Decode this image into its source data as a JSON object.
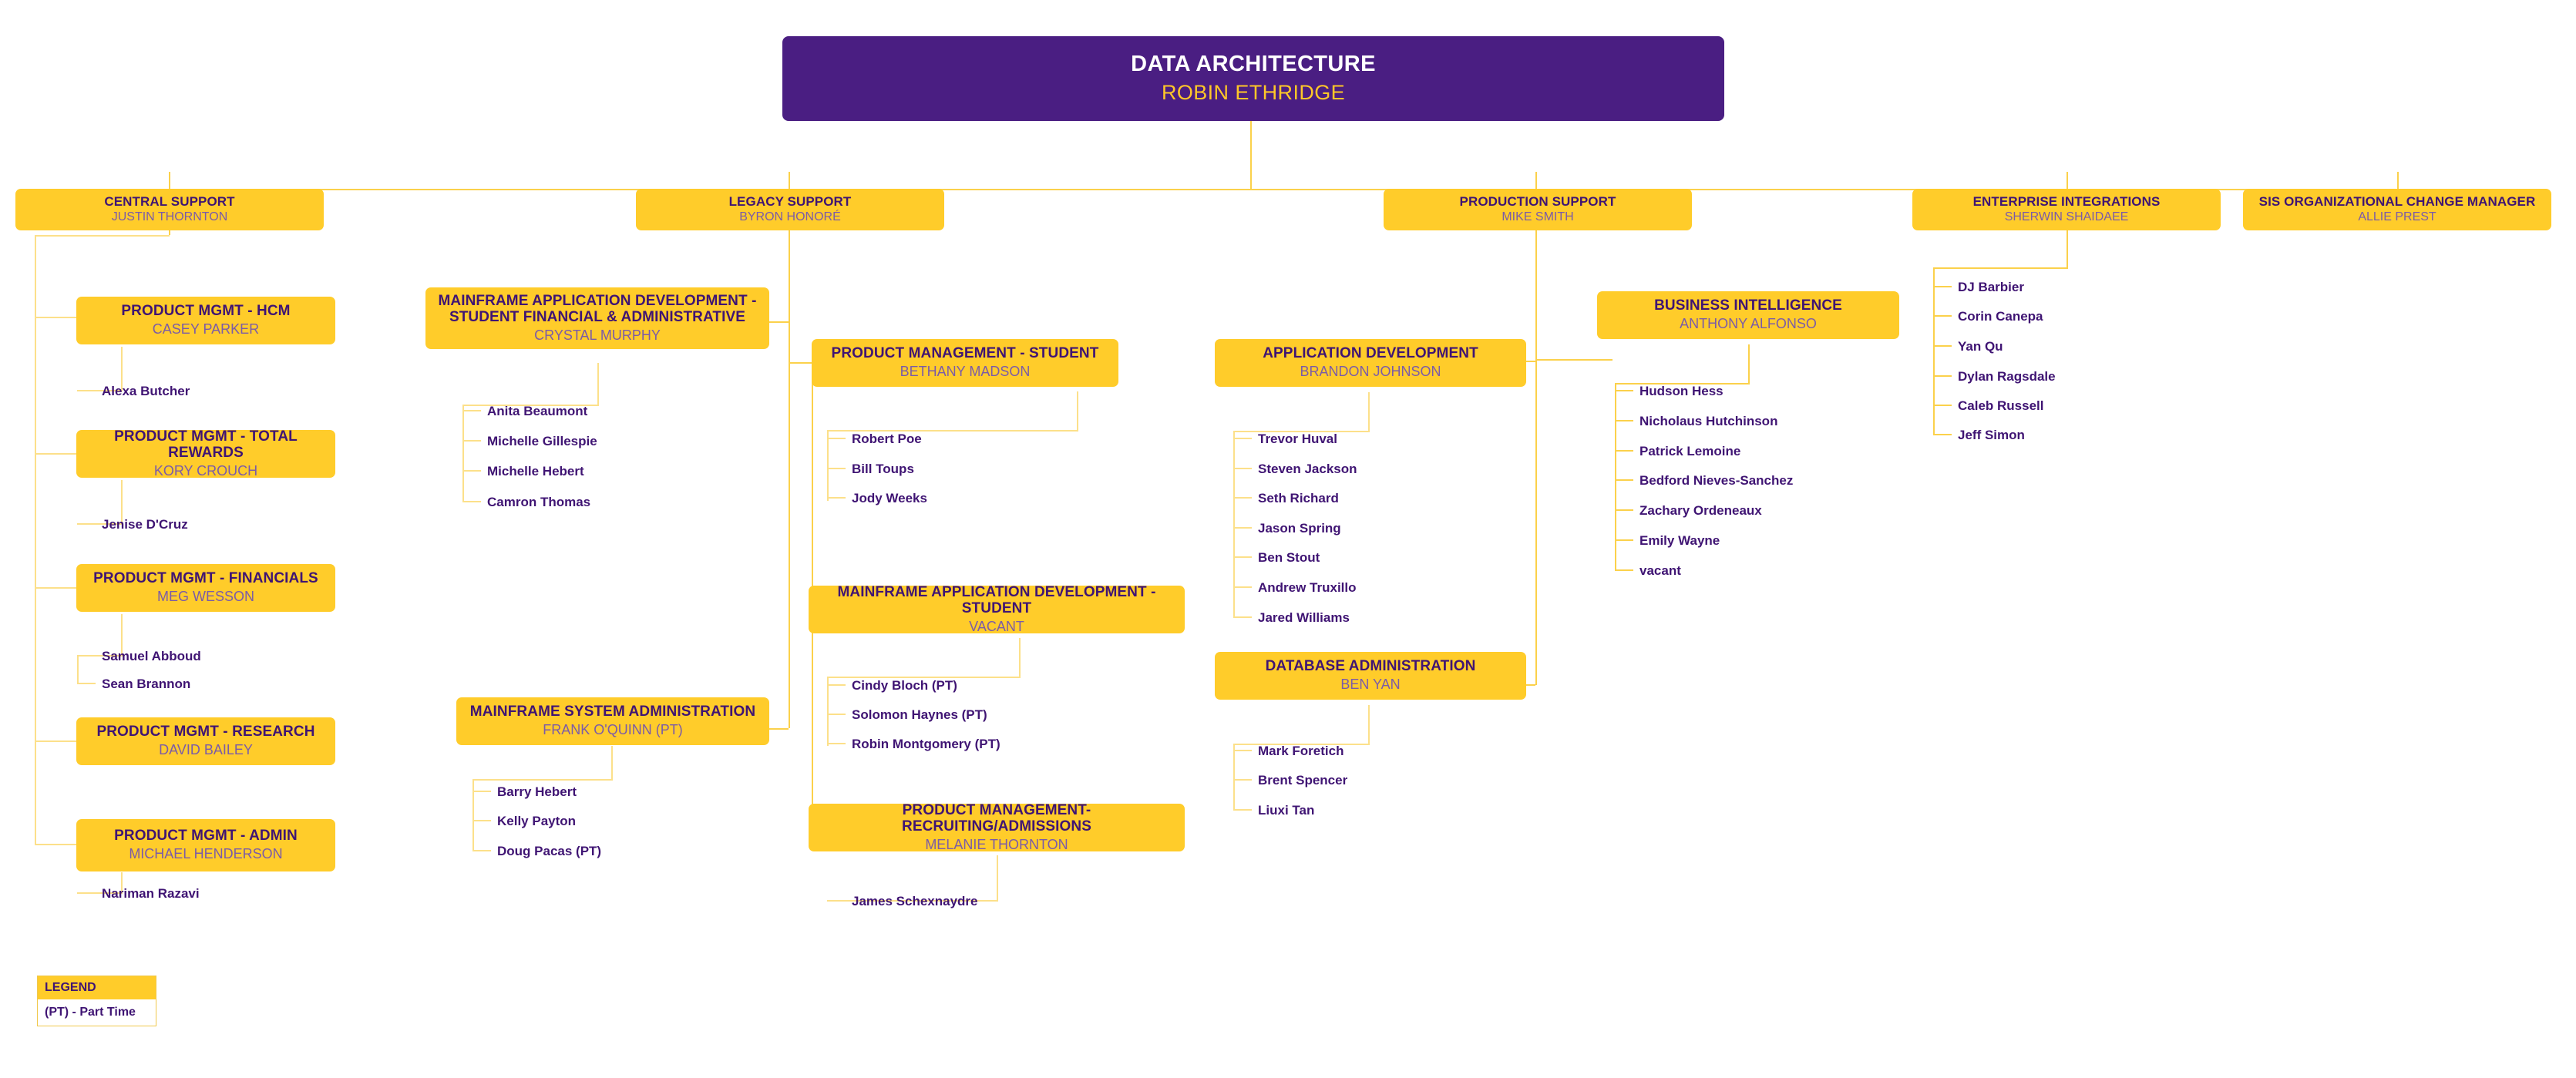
{
  "root": {
    "title": "DATA ARCHITECTURE",
    "person": "ROBIN ETHRIDGE"
  },
  "departments": [
    {
      "title": "CENTRAL SUPPORT",
      "person": "JUSTIN THORNTON"
    },
    {
      "title": "LEGACY SUPPORT",
      "person": "BYRON HONORÉ"
    },
    {
      "title": "PRODUCTION SUPPORT",
      "person": "MIKE SMITH"
    },
    {
      "title": "ENTERPRISE INTEGRATIONS",
      "person": "SHERWIN SHAIDAEE"
    },
    {
      "title": "SIS ORGANIZATIONAL CHANGE MANAGER",
      "person": "ALLIE PREST"
    }
  ],
  "units": {
    "pm_hcm": {
      "title": "PRODUCT MGMT - HCM",
      "person": "CASEY PARKER"
    },
    "pm_total": {
      "title": "PRODUCT MGMT - TOTAL REWARDS",
      "person": "KORY CROUCH"
    },
    "pm_fin": {
      "title": "PRODUCT MGMT - FINANCIALS",
      "person": "MEG WESSON"
    },
    "pm_research": {
      "title": "PRODUCT MGMT - RESEARCH",
      "person": "DAVID BAILEY"
    },
    "pm_admin": {
      "title": "PRODUCT MGMT - ADMIN",
      "person": "MICHAEL HENDERSON"
    },
    "mad_sfa": {
      "title": "MAINFRAME APPLICATION DEVELOPMENT - STUDENT FINANCIAL & ADMINISTRATIVE",
      "person": "CRYSTAL MURPHY"
    },
    "msa": {
      "title": "MAINFRAME SYSTEM ADMINISTRATION",
      "person": "FRANK O'QUINN (PT)"
    },
    "pm_student": {
      "title": "PRODUCT MANAGEMENT - STUDENT",
      "person": "BETHANY MADSON"
    },
    "mad_student": {
      "title": "MAINFRAME APPLICATION DEVELOPMENT - STUDENT",
      "person": "VACANT"
    },
    "pm_recruit": {
      "title": "PRODUCT MANAGEMENT- RECRUITING/ADMISSIONS",
      "person": "MELANIE THORNTON"
    },
    "app_dev": {
      "title": "APPLICATION DEVELOPMENT",
      "person": "BRANDON JOHNSON"
    },
    "db_admin": {
      "title": "DATABASE ADMINISTRATION",
      "person": "BEN YAN"
    },
    "bus_intel": {
      "title": "BUSINESS INTELLIGENCE",
      "person": "ANTHONY ALFONSO"
    }
  },
  "staff": {
    "pm_hcm": [
      "Alexa Butcher"
    ],
    "pm_total": [
      "Jenise D'Cruz"
    ],
    "pm_fin": [
      "Samuel Abboud",
      "Sean Brannon"
    ],
    "pm_admin": [
      "Nariman Razavi"
    ],
    "mad_sfa": [
      "Anita Beaumont",
      "Michelle Gillespie",
      "Michelle Hebert",
      "Camron Thomas"
    ],
    "msa": [
      "Barry Hebert",
      "Kelly Payton",
      "Doug Pacas (PT)"
    ],
    "pm_student": [
      "Robert Poe",
      "Bill Toups",
      "Jody Weeks"
    ],
    "mad_student": [
      "Cindy Bloch (PT)",
      "Solomon Haynes (PT)",
      "Robin Montgomery (PT)"
    ],
    "pm_recruit": [
      "James Schexnaydre"
    ],
    "app_dev": [
      "Trevor Huval",
      "Steven Jackson",
      "Seth Richard",
      "Jason Spring",
      "Ben Stout",
      "Andrew Truxillo",
      "Jared Williams"
    ],
    "db_admin": [
      "Mark Foretich",
      "Brent Spencer",
      "Liuxi Tan"
    ],
    "bus_intel": [
      "Hudson Hess",
      "Nicholaus Hutchinson",
      "Patrick Lemoine",
      "Bedford Nieves-Sanchez",
      "Zachary Ordeneaux",
      "Emily Wayne",
      "vacant"
    ],
    "ent_integrations": [
      "DJ Barbier",
      "Corin Canepa",
      "Yan Qu",
      "Dylan Ragsdale",
      "Caleb Russell",
      "Jeff Simon"
    ]
  },
  "legend": {
    "heading": "LEGEND",
    "entry": "(PT) - Part Time"
  },
  "colors": {
    "accent_yellow": "#FFCC2A",
    "deep_purple": "#4A1E82",
    "title_purple": "#3F1473",
    "person_purple": "#7B5BA8",
    "connector": "#FBD14B"
  }
}
